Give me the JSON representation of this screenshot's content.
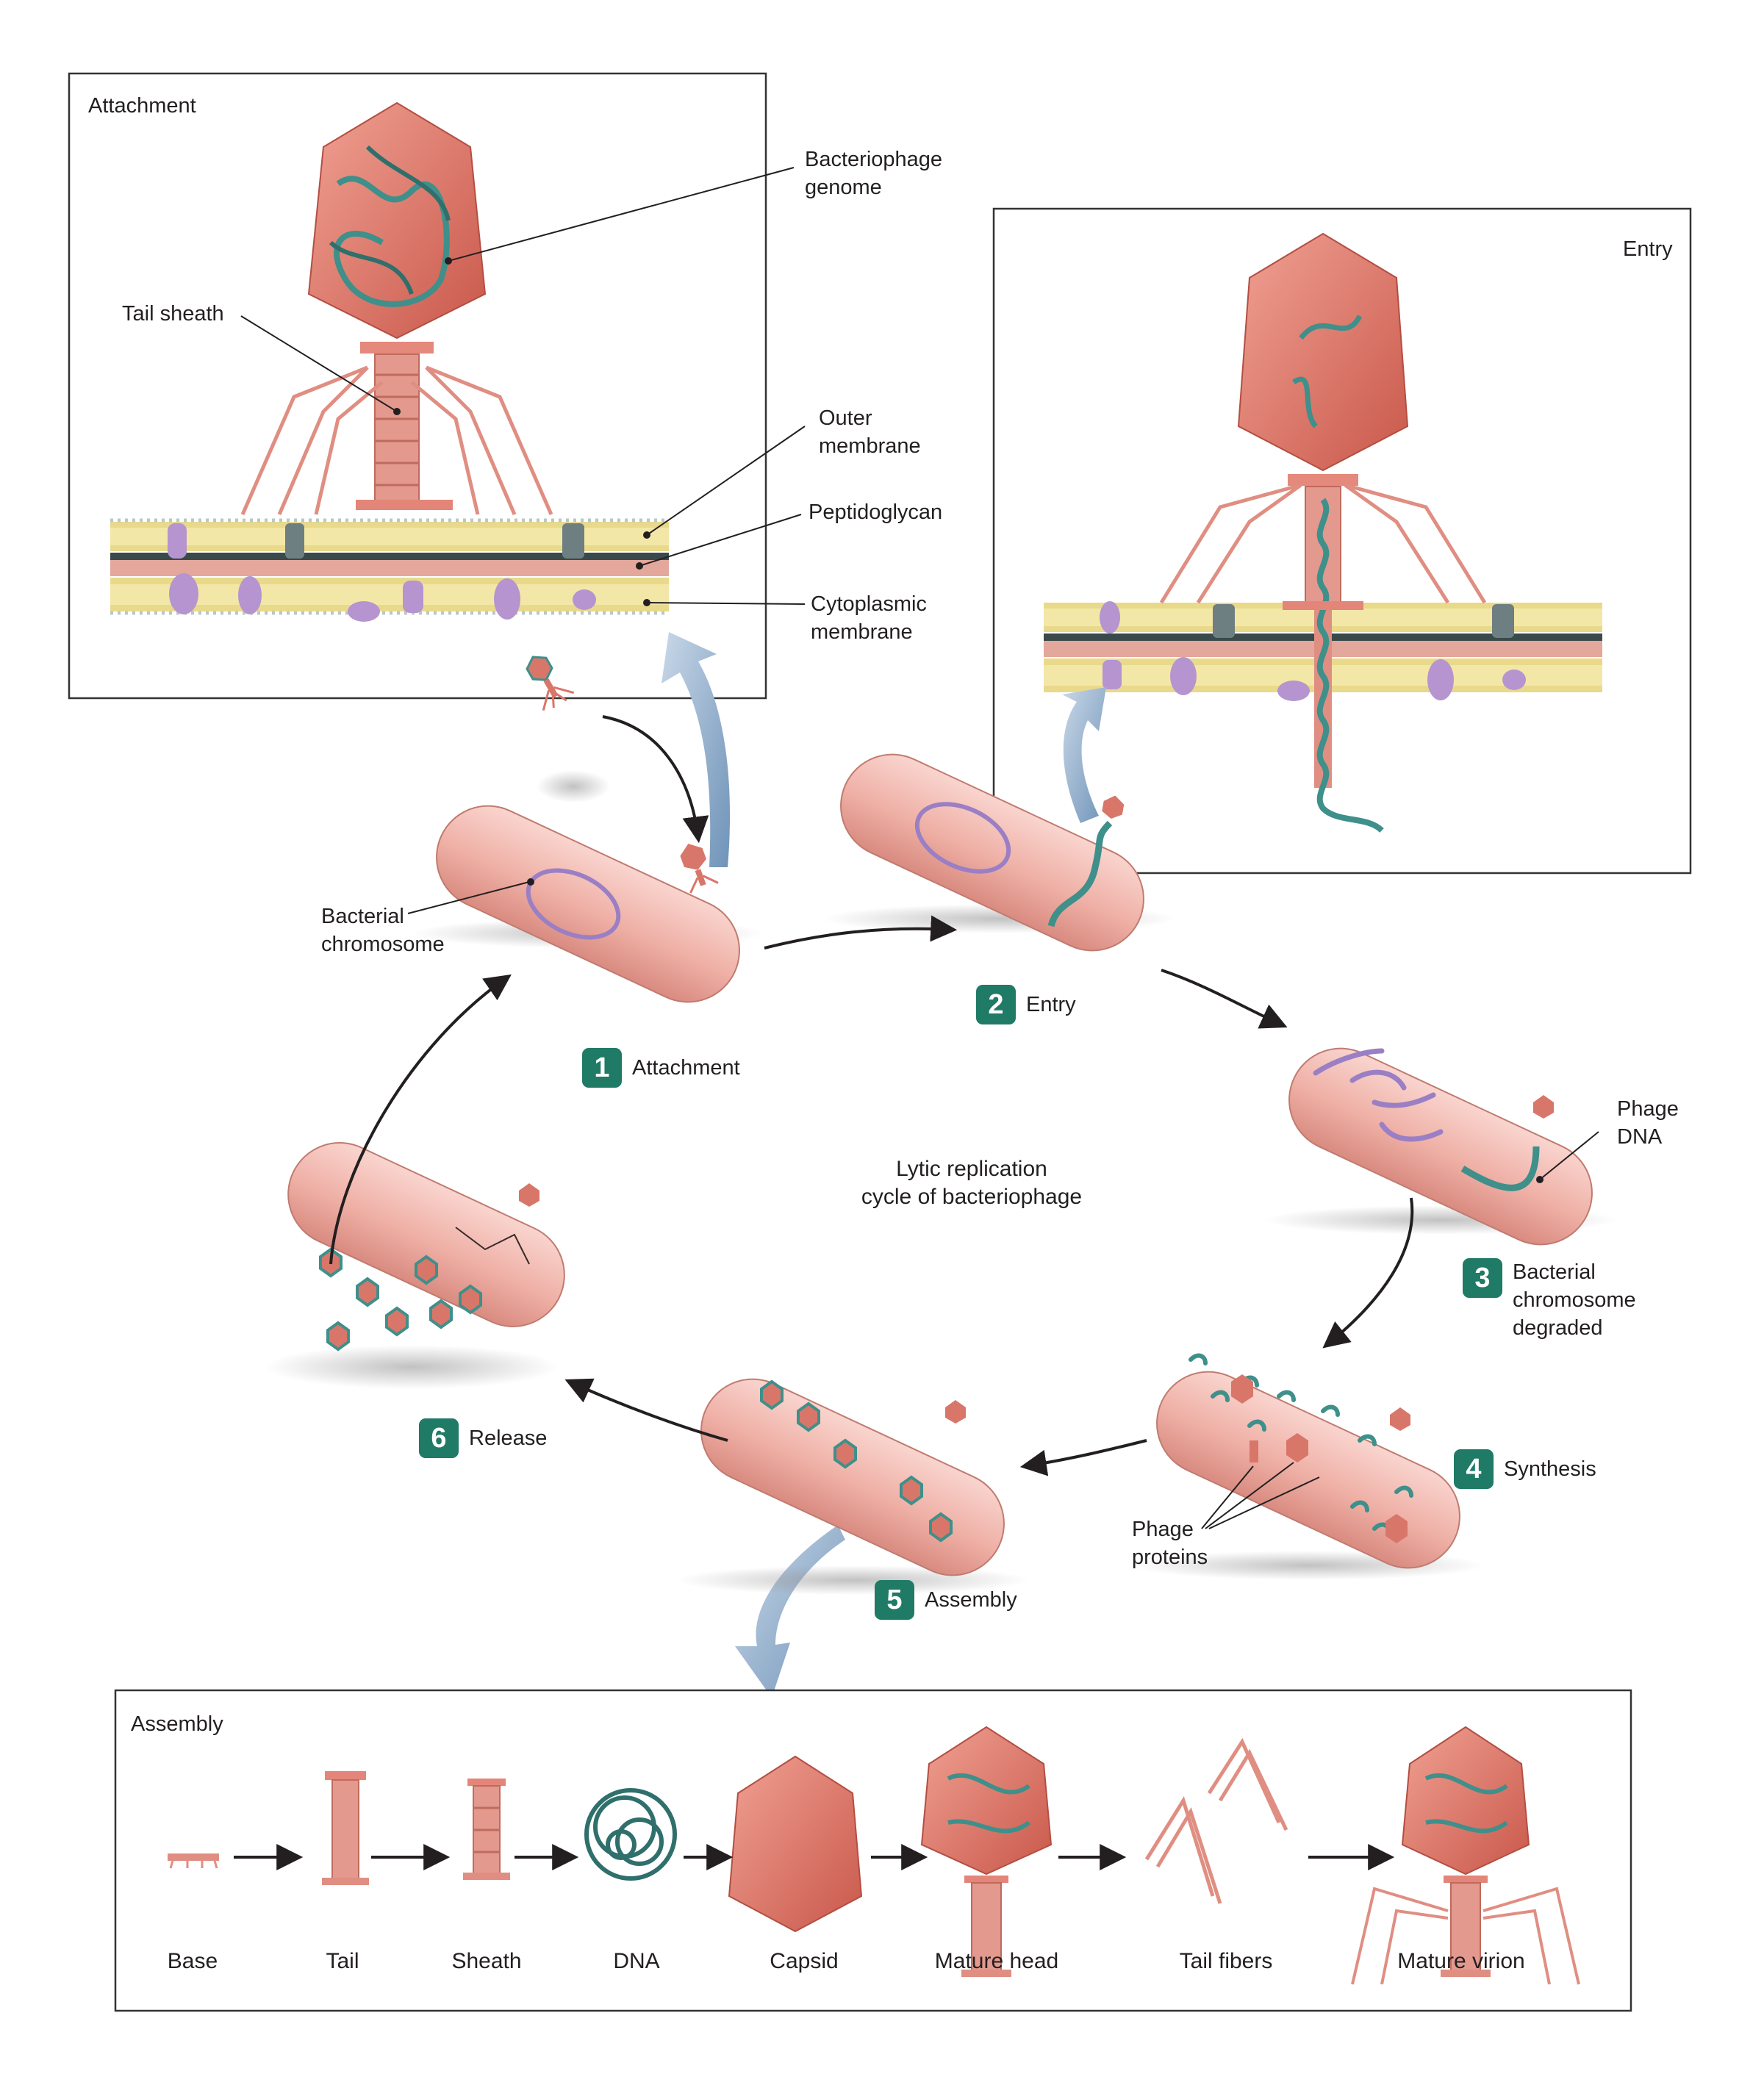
{
  "center_title": "Lytic replication\ncycle of bacteriophage",
  "panels": {
    "attachment": {
      "title": "Attachment",
      "labels": {
        "genome": "Bacteriophage\ngenome",
        "tail_sheath": "Tail sheath",
        "outer_membrane": "Outer\nmembrane",
        "peptidoglycan": "Peptidoglycan",
        "cytoplasmic": "Cytoplasmic\nmembrane"
      }
    },
    "entry": {
      "title": "Entry"
    },
    "assembly": {
      "title": "Assembly",
      "components": [
        "Base",
        "Tail",
        "Sheath",
        "DNA",
        "Capsid",
        "Mature head",
        "Tail fibers",
        "Mature virion"
      ]
    }
  },
  "steps": [
    {
      "num": "1",
      "label": "Attachment"
    },
    {
      "num": "2",
      "label": "Entry"
    },
    {
      "num": "3",
      "label": "Bacterial\nchromosome\ndegraded"
    },
    {
      "num": "4",
      "label": "Synthesis"
    },
    {
      "num": "5",
      "label": "Assembly"
    },
    {
      "num": "6",
      "label": "Release"
    }
  ],
  "cell_labels": {
    "bacterial_chromosome": "Bacterial\nchromosome",
    "phage_dna": "Phage\nDNA",
    "phage_proteins": "Phage\nproteins"
  },
  "colors": {
    "badge": "#1f7a66",
    "bacterium": "#f2b6ad",
    "phage": "#d9766a",
    "dna": "#3f8f8a",
    "chromosome": "#9b7fc4",
    "flow_arrow": "#8fb0cf"
  }
}
